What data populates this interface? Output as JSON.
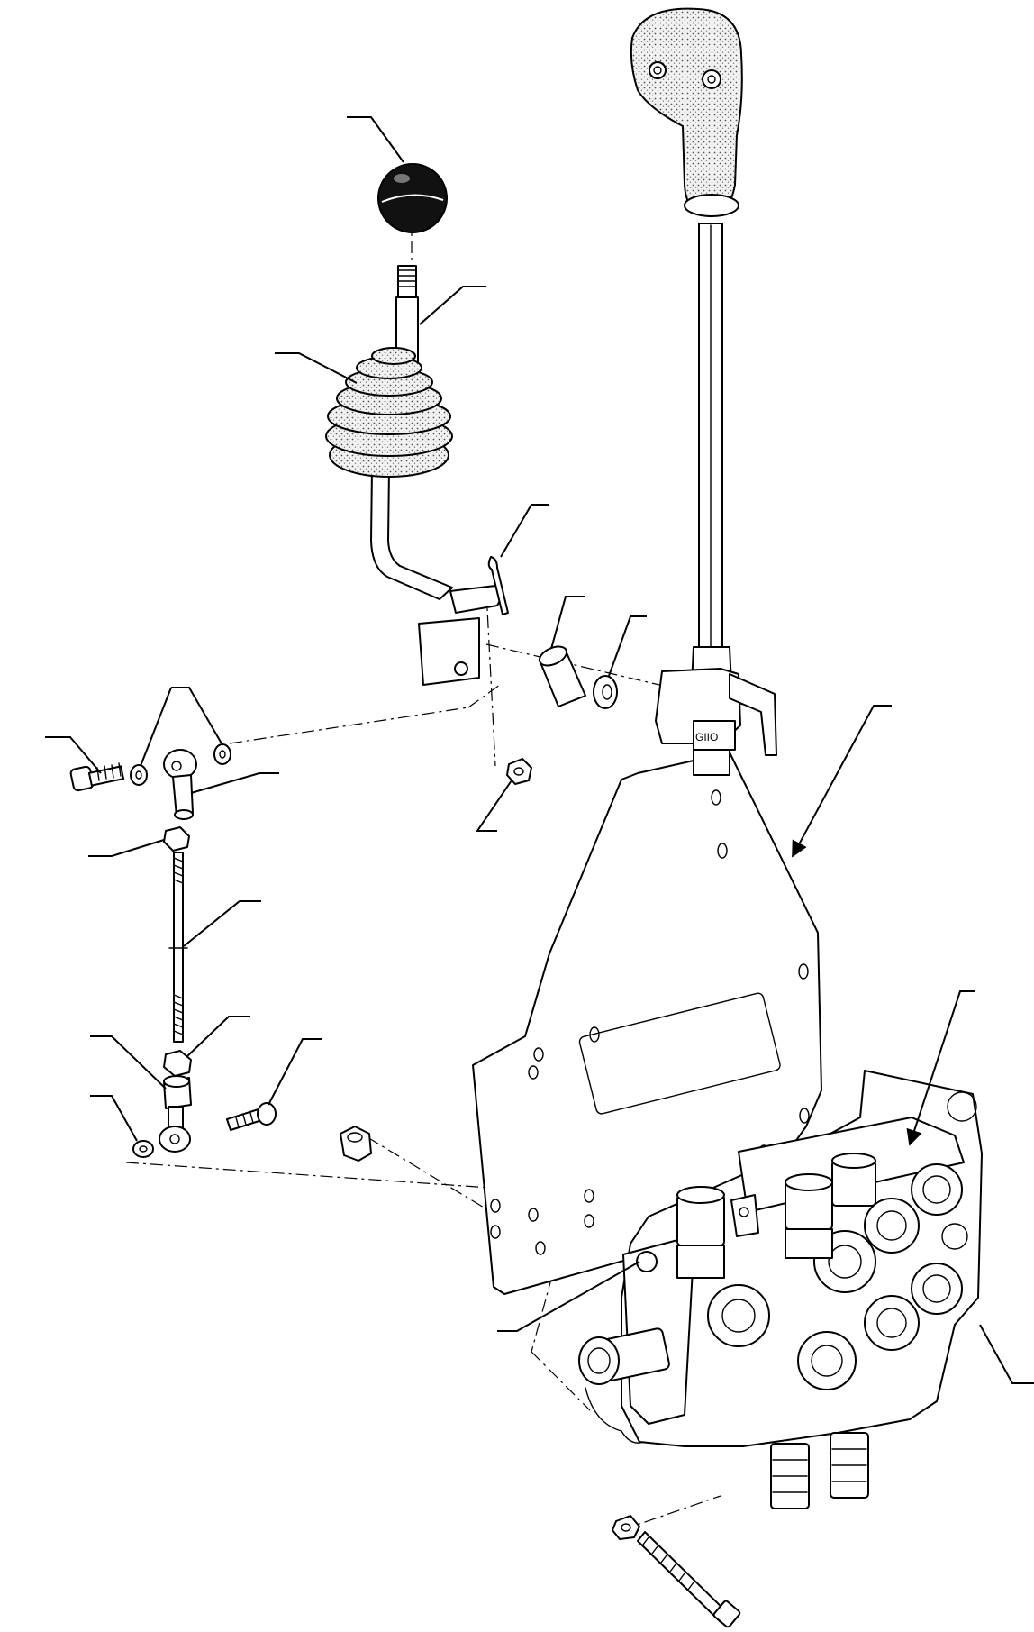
{
  "diagram": {
    "callout_count": 19,
    "parts": [
      "ball-knob",
      "joystick-lever",
      "rubber-boot",
      "cotter-pin",
      "bushing",
      "washer",
      "lock-nut",
      "bolt",
      "spacer-washers",
      "ball-joint-upper",
      "jam-nut-upper",
      "threaded-rod",
      "jam-nut-lower",
      "adapter",
      "ball-joint-lower",
      "washer-lower",
      "bolt-lower",
      "mounting-plate",
      "control-valve",
      "hex-nut",
      "long-bolt",
      "joystick-handle"
    ]
  }
}
